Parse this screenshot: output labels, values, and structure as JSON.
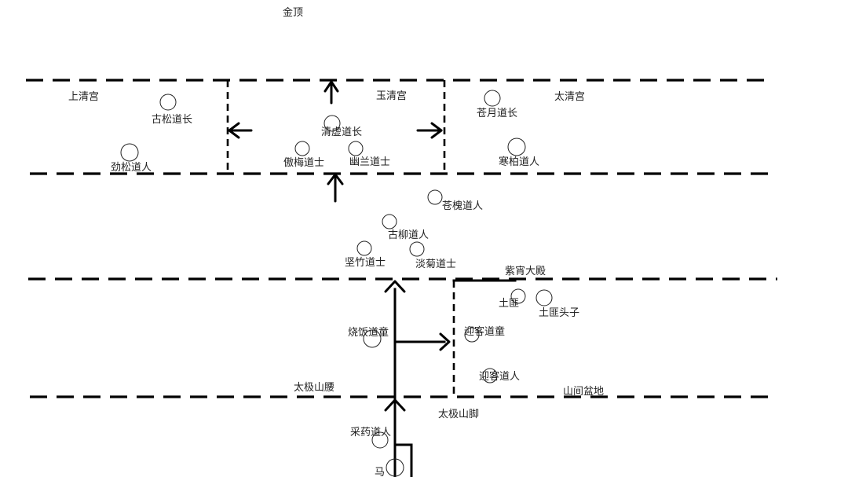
{
  "areas": {
    "jinding": "金顶",
    "shangqing": "上清宫",
    "yuqing": "玉清宫",
    "taiqing": "太清宫",
    "zixiao": "紫宵大殿",
    "taiji_waist": "太极山腰",
    "valley": "山间盆地",
    "taiji_foot": "太极山脚"
  },
  "npcs": {
    "gusong": "古松道长",
    "jinsong": "劲松道人",
    "qingxu": "清虚道长",
    "aomei": "傲梅道士",
    "youlan": "幽兰道士",
    "cangyue": "苍月道长",
    "hanbai": "寒柏道人",
    "canghuai": "苍槐道人",
    "guliu": "古柳道人",
    "jianzhu": "坚竹道士",
    "danju": "淡菊道士",
    "tufei": "土匪",
    "tufei_boss": "土匪头子",
    "shaofan": "烧饭道童",
    "yingke_tong": "迎客道童",
    "yingke_ren": "迎客道人",
    "caiyao": "采药道人",
    "ma": "马"
  }
}
